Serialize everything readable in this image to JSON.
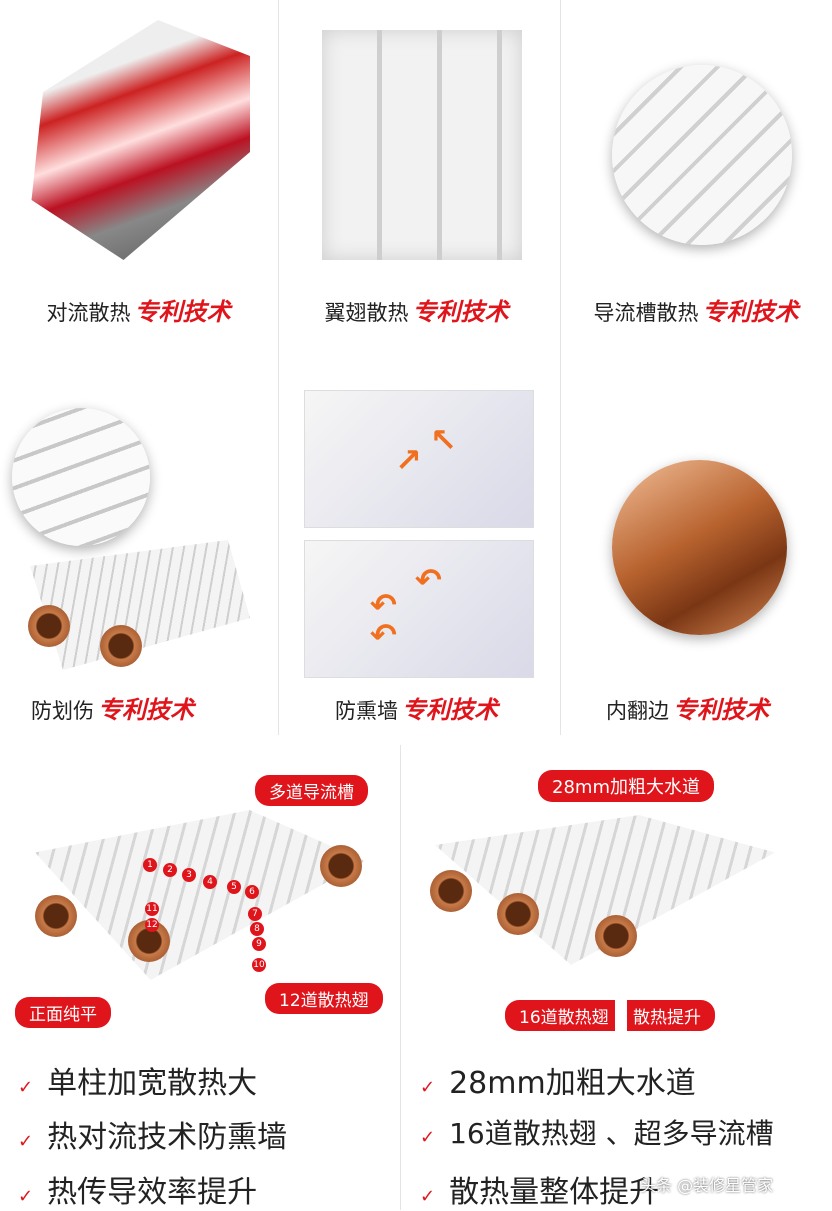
{
  "features": [
    {
      "label": "对流散热",
      "highlight": "专利技术"
    },
    {
      "label": "翼翅散热",
      "highlight": "专利技术"
    },
    {
      "label": "导流槽散热",
      "highlight": "专利技术"
    },
    {
      "label": "防划伤",
      "highlight": "专利技术"
    },
    {
      "label": "防熏墙",
      "highlight": "专利技术"
    },
    {
      "label": "内翻边",
      "highlight": "专利技术"
    }
  ],
  "left_diagram": {
    "tags": {
      "grooves": "多道导流槽",
      "fins": "12道散热翅",
      "flat": "正面纯平"
    },
    "numbers": [
      "1",
      "2",
      "3",
      "4",
      "5",
      "6",
      "7",
      "8",
      "9",
      "10",
      "11",
      "12"
    ]
  },
  "right_diagram": {
    "tags": {
      "pipe": "28mm加粗大水道",
      "fins": "16道散热翅",
      "boost": "散热提升"
    }
  },
  "left_bullets": [
    "单柱加宽散热大",
    "热对流技术防熏墙",
    "热传导效率提升"
  ],
  "right_bullets": [
    "28mm加粗大水道",
    "16道散热翅 、超多导流槽",
    "散热量整体提升"
  ],
  "check_symbol": "✓",
  "watermark": "头条 @装修星管家",
  "colors": {
    "accent": "#e0151c",
    "copper": "#b8632f"
  }
}
